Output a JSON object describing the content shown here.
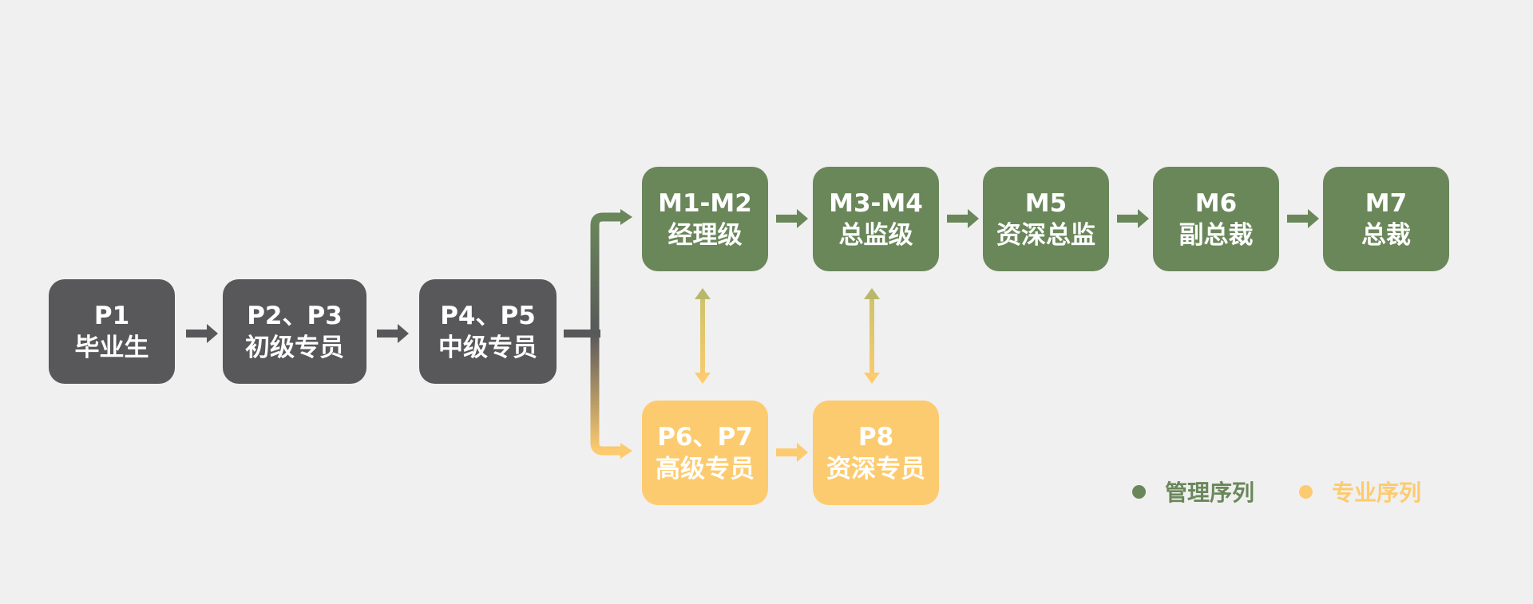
{
  "colors": {
    "background": "#f0f0f0",
    "p_track": "#58585a",
    "management": "#6a875a",
    "professional": "#fdcb6f"
  },
  "p_track": [
    {
      "code": "P1",
      "title": "毕业生"
    },
    {
      "code": "P2、P3",
      "title": "初级专员"
    },
    {
      "code": "P4、P5",
      "title": "中级专员"
    }
  ],
  "management_track": [
    {
      "code": "M1-M2",
      "title": "经理级"
    },
    {
      "code": "M3-M4",
      "title": "总监级"
    },
    {
      "code": "M5",
      "title": "资深总监"
    },
    {
      "code": "M6",
      "title": "副总裁"
    },
    {
      "code": "M7",
      "title": "总裁"
    }
  ],
  "professional_track": [
    {
      "code": "P6、P7",
      "title": "高级专员"
    },
    {
      "code": "P8",
      "title": "资深专员"
    }
  ],
  "legend": {
    "management_label": "管理序列",
    "professional_label": "专业序列"
  }
}
